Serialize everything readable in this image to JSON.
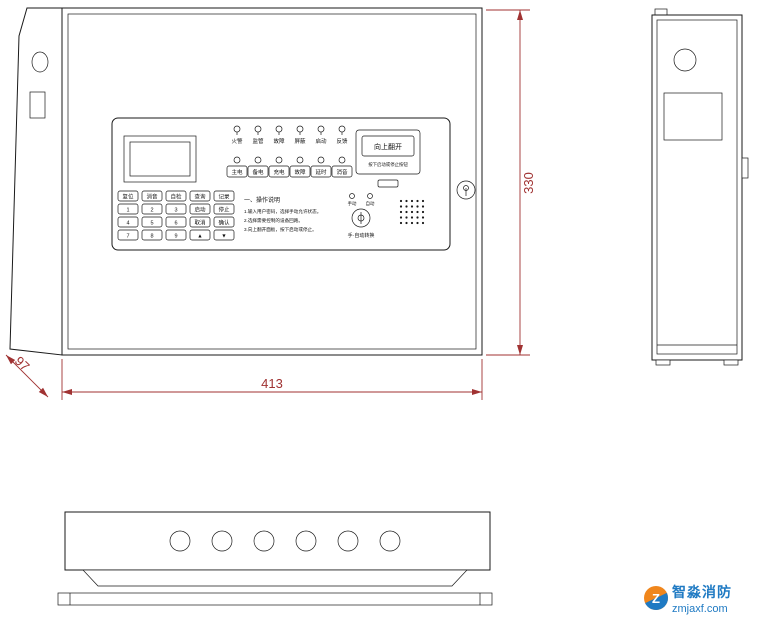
{
  "dimensions": {
    "width_label": "413",
    "height_label": "330",
    "depth_label": "97"
  },
  "front": {
    "leds_row1": [
      "火警",
      "监管",
      "故障",
      "屏蔽",
      "启动",
      "反馈"
    ],
    "leds_row2": [
      "主电",
      "备电",
      "充电",
      "故障",
      "延时",
      "消音"
    ],
    "flip_box": {
      "line1": "向上翻开",
      "line2": "按下启动或停止按钮"
    },
    "switch": {
      "left_label": "手动",
      "right_label": "自动",
      "caption": "手·自动转换"
    },
    "instructions": {
      "title": "一、操作说明",
      "lines": [
        "1.输入用户密码，选择手动允许状态。",
        "2.选择需要控制的设备回路。",
        "3.向上翻开面板，按下启动或停止。"
      ]
    },
    "keypad": [
      "复位",
      "消音",
      "自检",
      "查询",
      "记录",
      "1",
      "2",
      "3",
      "启动",
      "停止",
      "4",
      "5",
      "6",
      "取消",
      "确认",
      "7",
      "8",
      "9",
      "▲",
      "▼"
    ]
  },
  "watermark": {
    "brand": "智淼消防",
    "site": "zmjaxf.com",
    "monogram": "Z"
  },
  "colors": {
    "line": "#1a1a1a",
    "dimension": "#a03232",
    "logo_blue": "#1f7ac3",
    "logo_orange": "#f0861c"
  }
}
